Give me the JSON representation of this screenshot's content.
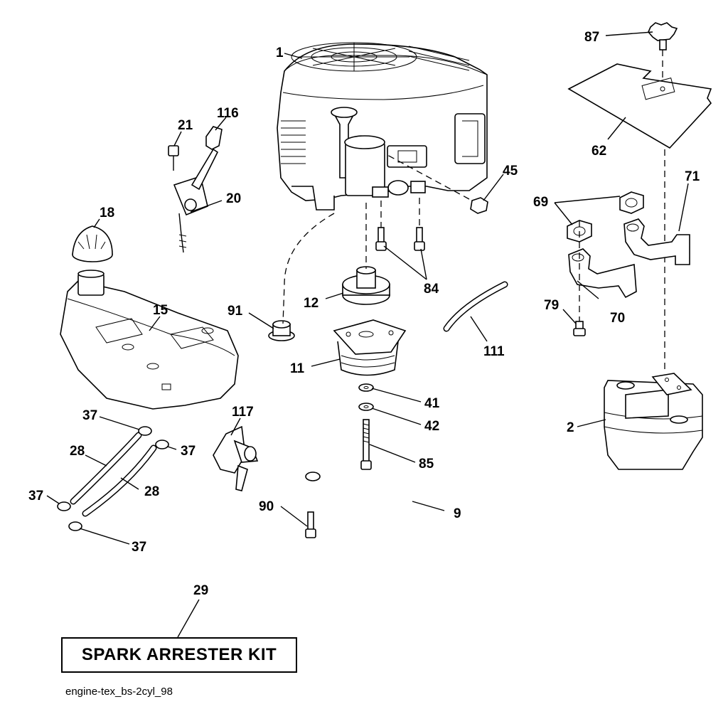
{
  "callouts": {
    "c1": "1",
    "c87": "87",
    "c116": "116",
    "c21": "21",
    "c62": "62",
    "c20": "20",
    "c45": "45",
    "c71": "71",
    "c69": "69",
    "c18": "18",
    "c84": "84",
    "c12": "12",
    "c91": "91",
    "c15": "15",
    "c79": "79",
    "c70": "70",
    "c111": "111",
    "c11": "11",
    "c41": "41",
    "c42": "42",
    "c2": "2",
    "c37a": "37",
    "c117": "117",
    "c28a": "28",
    "c37b": "37",
    "c85": "85",
    "c28b": "28",
    "c37c": "37",
    "c9": "9",
    "c90": "90",
    "c37d": "37",
    "c29": "29"
  },
  "kit": {
    "label": "SPARK ARRESTER KIT"
  },
  "footer": {
    "code": "engine-tex_bs-2cyl_98"
  }
}
